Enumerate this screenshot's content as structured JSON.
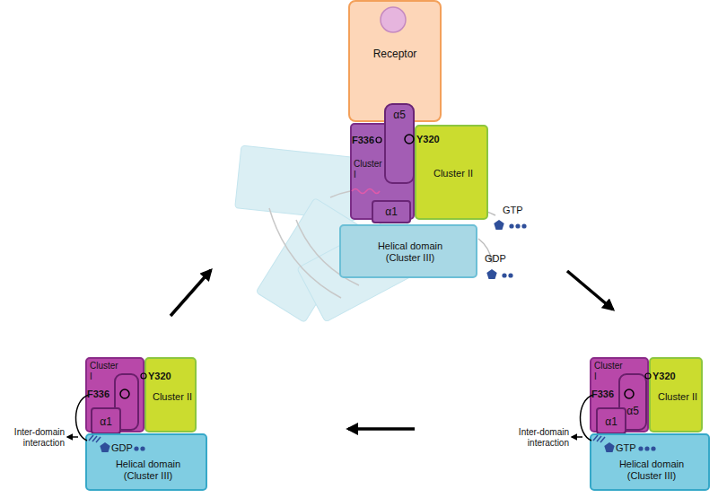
{
  "diagram": {
    "nodes": [
      {
        "text": [
          "Receptor"
        ]
      },
      {
        "text": [
          "Cluster I"
        ]
      },
      {
        "text": [
          "α5"
        ],
        "in": 1
      },
      {
        "text": [
          "α1"
        ],
        "in": 1
      },
      {
        "text": [
          "Cluster II"
        ]
      },
      {
        "text": [
          "Helical domain (Cluster III)"
        ]
      },
      {
        "text": [
          "Cluster I"
        ]
      },
      {
        "text": [
          "α1"
        ],
        "in": 6
      },
      {
        "text": [
          "Cluster II"
        ]
      },
      {
        "text": [
          "Helical domain (Cluster III)"
        ]
      },
      {
        "text": [
          "Cluster I"
        ]
      },
      {
        "text": [
          "α5"
        ],
        "in": 10
      },
      {
        "text": [
          "α1"
        ],
        "in": 10
      },
      {
        "text": [
          "Cluster II"
        ]
      },
      {
        "text": [
          "Helical domain (Cluster III)"
        ]
      }
    ],
    "labels": [
      "F336",
      "Y320",
      "GTP",
      "GDP",
      "Y320",
      "F336",
      "Inter-domain interaction",
      "GDP",
      "Y320",
      "F336",
      "Inter-domain interaction",
      "GTP"
    ]
  }
}
